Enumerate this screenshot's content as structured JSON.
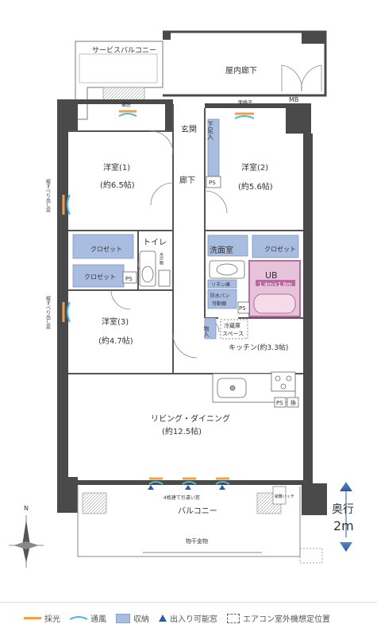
{
  "rooms": {
    "service_balcony": "サービスバルコニー",
    "indoor_corridor": "屋内廊下",
    "mb": "MB",
    "genkan": "玄関",
    "shoe_storage": "下足入",
    "hallway": "廊下",
    "western1_name": "洋室(1)",
    "western1_size": "(約6.5帖)",
    "western2_name": "洋室(2)",
    "western2_size": "(約5.6帖)",
    "western3_name": "洋室(3)",
    "western3_size": "(約4.7帖)",
    "toilet": "トイレ",
    "toilet_shelf": "吊戸棚",
    "washroom": "洗面室",
    "linen": "リネン庫",
    "washer_pan": "防水パン",
    "washer_pan2": "可動棚",
    "ub": "UB",
    "ub_size": "1.4m×1.8m",
    "storage": "物入",
    "fridge1": "冷蔵庫",
    "fridge2": "スペース",
    "kitchen": "キッチン(約3.3帖)",
    "ldk_name": "リビング・ダイニング",
    "ldk_size": "(約12.5帖)",
    "balcony": "バルコニー",
    "laundry_hanger": "物干金物",
    "emergency_hatch": "避難ハッチ",
    "sliding_door_note": "4枚建て引違い窓"
  },
  "labels": {
    "ps": "PS",
    "closet": "クロゼット",
    "transom": "欄窓",
    "face_grid": "面格子",
    "vertical_window_left_top": "縦すべり出し窓",
    "vertical_window_left_bottom": "縦すべり出し窓",
    "ventilation_fan": "換"
  },
  "dimension": {
    "label": "奥行",
    "value": "2m"
  },
  "compass": {
    "north": "N"
  },
  "legend": {
    "lighting": "採光",
    "ventilation": "通風",
    "storage": "収納",
    "access": "出入り可能窓",
    "ac_unit": "エアコン室外機想定位置"
  },
  "colors": {
    "wall": "#4a4a4a",
    "storage_fill": "#a9bde0",
    "ub_fill": "#e7c3da",
    "ub_border": "#b86ba0",
    "light": "#f0a04b",
    "wind": "#4ab8e0",
    "arrow": "#1f62a8"
  }
}
